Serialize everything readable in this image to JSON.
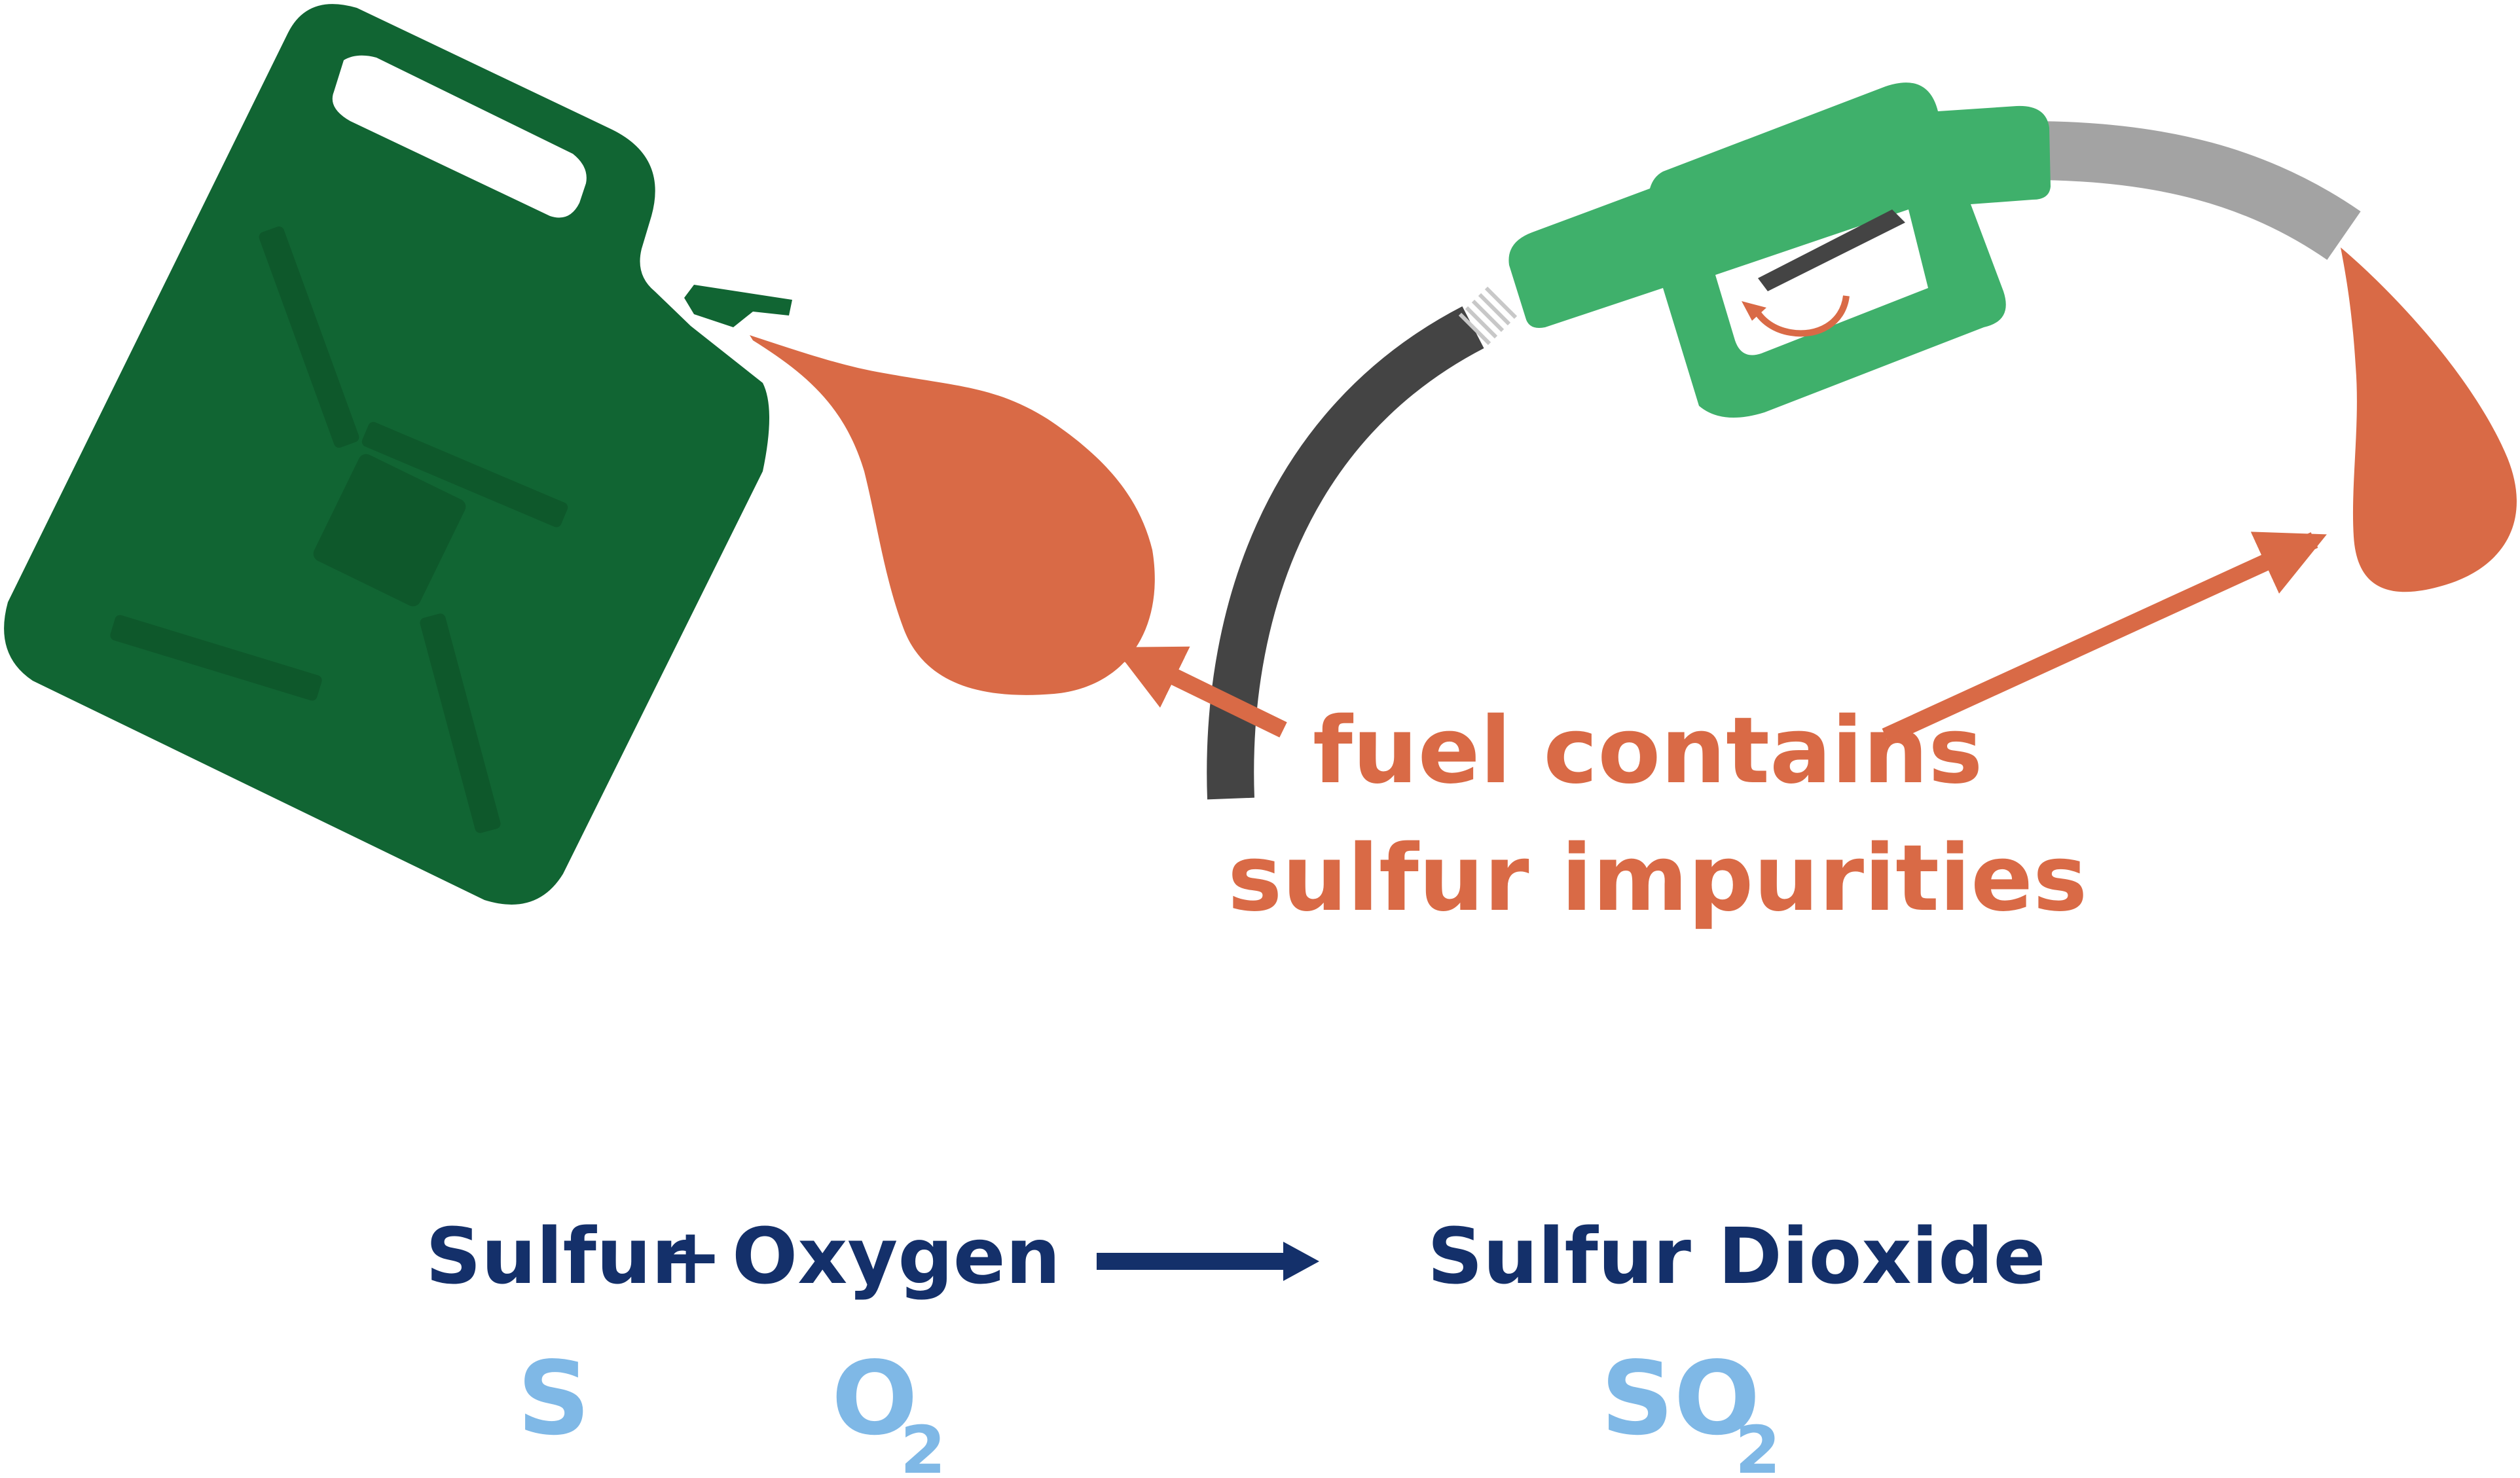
{
  "colors": {
    "jerrycan_body": "#116533",
    "jerrycan_detail": "#0e582b",
    "nozzle": "#3fb06b",
    "nozzle_dark": "#444444",
    "hose_dark": "#444444",
    "hose_light": "#a3a3a3",
    "fuel_drop": "#d96a46",
    "callout_text": "#d96a46",
    "equation_words": "#14306a",
    "equation_formula": "#7fb8e6",
    "reaction_arrow": "#14306a"
  },
  "callout": {
    "line1": "fuel contains",
    "line2": "sulfur impurities"
  },
  "equation": {
    "reactant_1": "Sulfur",
    "plus": "+",
    "reactant_2": "Oxygen",
    "product": "Sulfur Dioxide",
    "formula_reactant_1": "S",
    "formula_reactant_2": "O",
    "formula_reactant_2_subscript": "2",
    "formula_product": "SO",
    "formula_product_subscript": "2"
  }
}
